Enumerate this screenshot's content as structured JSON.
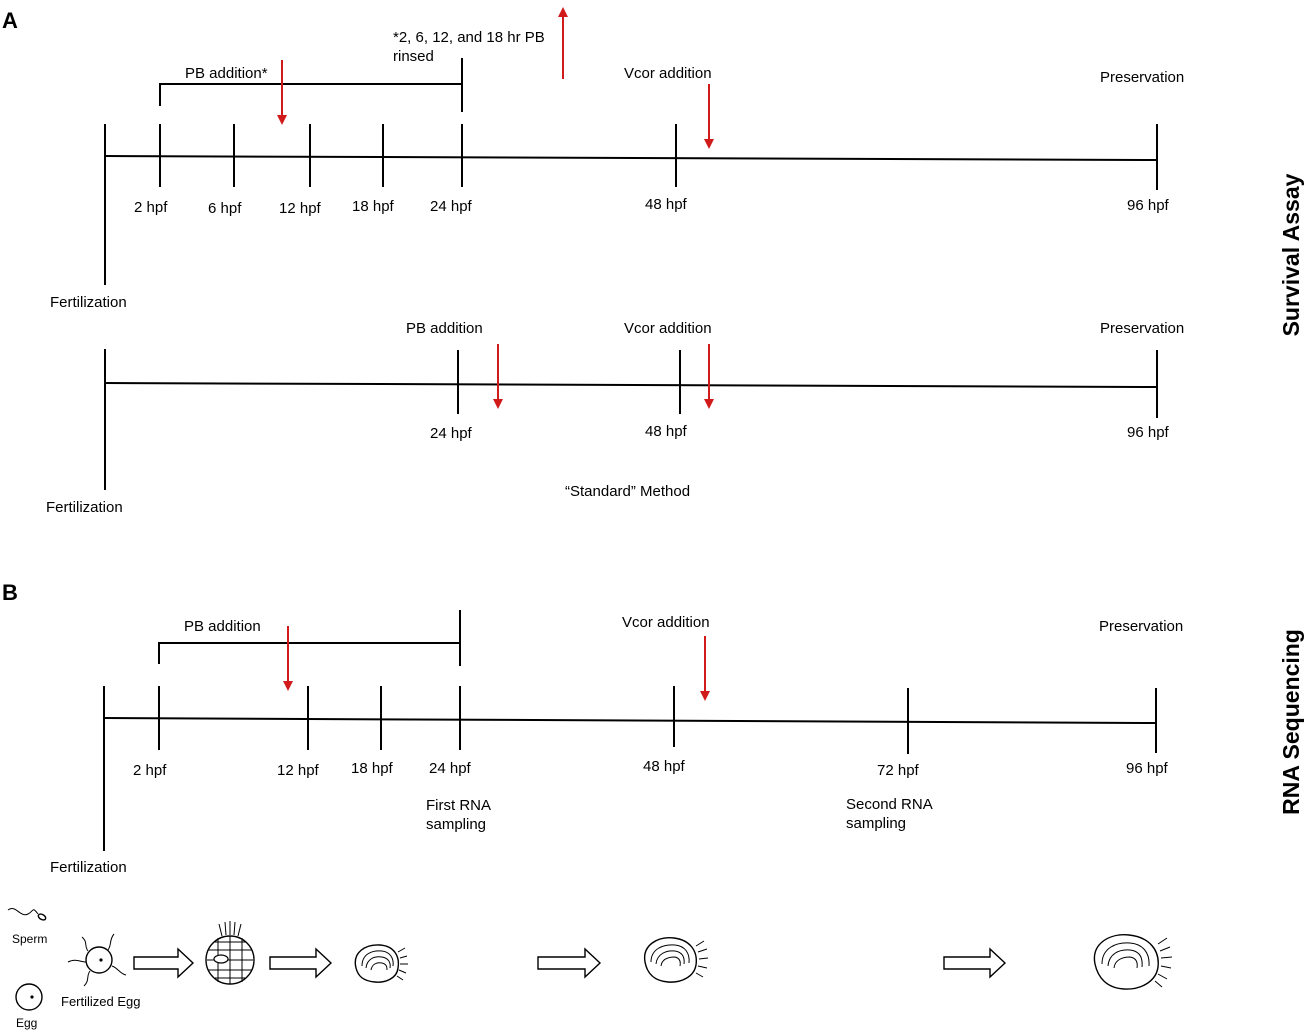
{
  "panels": {
    "a": "A",
    "b": "B"
  },
  "side_labels": {
    "survival": "Survival Assay",
    "rnaseq": "RNA Sequencing"
  },
  "timeline1": {
    "ticks": [
      "2 hpf",
      "6 hpf",
      "12 hpf",
      "18 hpf",
      "24 hpf",
      "48 hpf",
      "96 hpf"
    ],
    "fertilization": "Fertilization",
    "pb_addition": "PB addition*",
    "rinse_note_line1": "*2, 6, 12, and 18 hr PB",
    "rinse_note_line2": "rinsed",
    "vcor_addition": "Vcor addition",
    "preservation": "Preservation"
  },
  "timeline2": {
    "ticks": [
      "24 hpf",
      "48 hpf",
      "96 hpf"
    ],
    "fertilization": "Fertilization",
    "pb_addition": "PB addition",
    "vcor_addition": "Vcor addition",
    "preservation": "Preservation",
    "method_label": "“Standard” Method"
  },
  "timeline3": {
    "ticks": [
      "2 hpf",
      "12 hpf",
      "18 hpf",
      "24 hpf",
      "48 hpf",
      "72 hpf",
      "96 hpf"
    ],
    "fertilization": "Fertilization",
    "pb_addition": "PB addition",
    "vcor_addition": "Vcor addition",
    "preservation": "Preservation",
    "first_sampling_line1": "First RNA",
    "first_sampling_line2": "sampling",
    "second_sampling_line1": "Second RNA",
    "second_sampling_line2": "sampling"
  },
  "stages": {
    "sperm": "Sperm",
    "egg": "Egg",
    "fertilized_egg": "Fertilized Egg"
  }
}
